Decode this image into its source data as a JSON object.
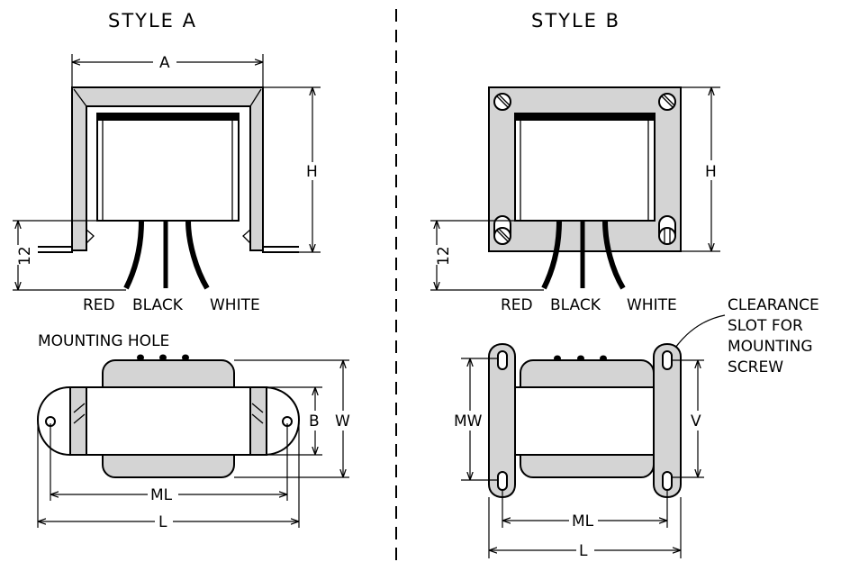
{
  "style_a": {
    "title": "STYLE A",
    "dim_a": "A",
    "dim_h": "H",
    "dim_12": "12",
    "lead_red": "RED",
    "lead_black": "BLACK",
    "lead_white": "WHITE",
    "mounting_hole": "MOUNTING HOLE",
    "dim_b": "B",
    "dim_w": "W",
    "dim_ml": "ML",
    "dim_l": "L"
  },
  "style_b": {
    "title": "STYLE B",
    "dim_h": "H",
    "dim_12": "12",
    "lead_red": "RED",
    "lead_black": "BLACK",
    "lead_white": "WHITE",
    "clearance_line1": "CLEARANCE",
    "clearance_line2": "SLOT FOR",
    "clearance_line3": "MOUNTING",
    "clearance_line4": "SCREW",
    "dim_mw": "MW",
    "dim_v": "V",
    "dim_ml": "ML",
    "dim_l": "L"
  },
  "colors": {
    "line": "#000000",
    "fill_gray": "#d4d4d4",
    "background": "#ffffff"
  }
}
